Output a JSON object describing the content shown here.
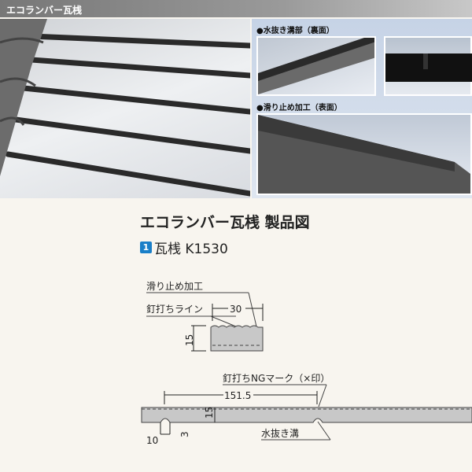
{
  "header": {
    "title": "エコランバー瓦桟"
  },
  "photos": {
    "label_drain": "●水抜き溝部（裏面）",
    "label_antislip": "●滑り止め加工（表面）"
  },
  "product": {
    "title": "エコランバー瓦桟 製品図",
    "item_number": "1",
    "item_name": "瓦桟 K1530"
  },
  "diagram": {
    "antislip": "滑り止め加工",
    "nail_line": "釘打ちライン",
    "width": "30",
    "height": "15",
    "ng_mark": "釘打ちNGマーク（×印）",
    "spacing": "151.5",
    "height2": "15",
    "groove_depth": "3",
    "groove_width": "10",
    "drain_groove": "水抜き溝"
  },
  "colors": {
    "badge": "#1a7fc8",
    "profile": "#c8c8c8"
  }
}
